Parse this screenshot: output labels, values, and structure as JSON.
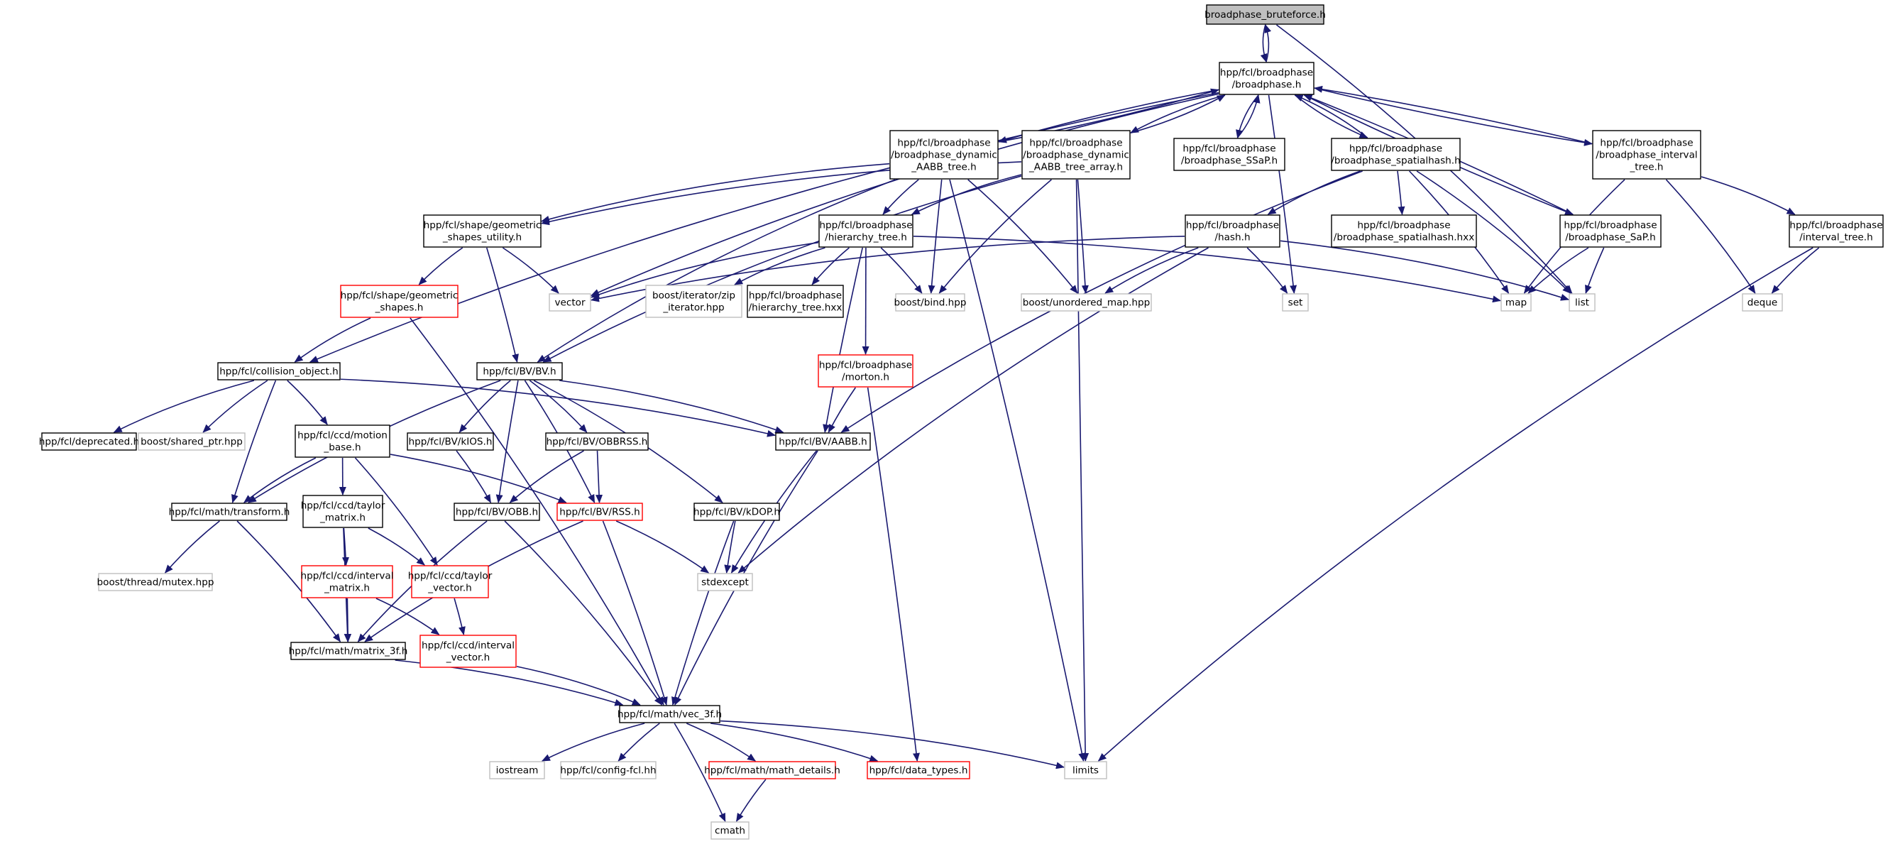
{
  "diagram": {
    "type": "include-dependency-graph",
    "colors": {
      "edge": "#191970",
      "node_border_normal": "#000000",
      "node_border_truncated": "#ff0000",
      "node_border_external": "#bfbfbf",
      "root_fill": "#bfbfbf",
      "node_fill": "#ffffff"
    },
    "nodes": [
      {
        "id": "root",
        "lines": [
          "broadphase_bruteforce.h"
        ],
        "kind": "root"
      },
      {
        "id": "broadphase",
        "lines": [
          "hpp/fcl/broadphase",
          "/broadphase.h"
        ],
        "kind": "normal"
      },
      {
        "id": "dyn_aabb",
        "lines": [
          "hpp/fcl/broadphase",
          "/broadphase_dynamic",
          "_AABB_tree.h"
        ],
        "kind": "normal"
      },
      {
        "id": "dyn_aabb_arr",
        "lines": [
          "hpp/fcl/broadphase",
          "/broadphase_dynamic",
          "_AABB_tree_array.h"
        ],
        "kind": "normal"
      },
      {
        "id": "ssap",
        "lines": [
          "hpp/fcl/broadphase",
          "/broadphase_SSaP.h"
        ],
        "kind": "normal"
      },
      {
        "id": "spatialhash",
        "lines": [
          "hpp/fcl/broadphase",
          "/broadphase_spatialhash.h"
        ],
        "kind": "normal"
      },
      {
        "id": "interval_tree_bp",
        "lines": [
          "hpp/fcl/broadphase",
          "/broadphase_interval",
          "_tree.h"
        ],
        "kind": "normal"
      },
      {
        "id": "geom_util",
        "lines": [
          "hpp/fcl/shape/geometric",
          "_shapes_utility.h"
        ],
        "kind": "normal"
      },
      {
        "id": "hier_tree",
        "lines": [
          "hpp/fcl/broadphase",
          "/hierarchy_tree.h"
        ],
        "kind": "normal"
      },
      {
        "id": "hash",
        "lines": [
          "hpp/fcl/broadphase",
          "/hash.h"
        ],
        "kind": "normal"
      },
      {
        "id": "sh_hxx",
        "lines": [
          "hpp/fcl/broadphase",
          "/broadphase_spatialhash.hxx"
        ],
        "kind": "normal"
      },
      {
        "id": "sap",
        "lines": [
          "hpp/fcl/broadphase",
          "/broadphase_SaP.h"
        ],
        "kind": "normal"
      },
      {
        "id": "interval_tree",
        "lines": [
          "hpp/fcl/broadphase",
          "/interval_tree.h"
        ],
        "kind": "normal"
      },
      {
        "id": "geom_shapes",
        "lines": [
          "hpp/fcl/shape/geometric",
          "_shapes.h"
        ],
        "kind": "truncated"
      },
      {
        "id": "vector",
        "lines": [
          "vector"
        ],
        "kind": "external"
      },
      {
        "id": "zip",
        "lines": [
          "boost/iterator/zip",
          "_iterator.hpp"
        ],
        "kind": "external"
      },
      {
        "id": "hier_hxx",
        "lines": [
          "hpp/fcl/broadphase",
          "/hierarchy_tree.hxx"
        ],
        "kind": "normal"
      },
      {
        "id": "bind",
        "lines": [
          "boost/bind.hpp"
        ],
        "kind": "external"
      },
      {
        "id": "umap",
        "lines": [
          "boost/unordered_map.hpp"
        ],
        "kind": "external"
      },
      {
        "id": "set",
        "lines": [
          "set"
        ],
        "kind": "external"
      },
      {
        "id": "map",
        "lines": [
          "map"
        ],
        "kind": "external"
      },
      {
        "id": "list",
        "lines": [
          "list"
        ],
        "kind": "external"
      },
      {
        "id": "deque",
        "lines": [
          "deque"
        ],
        "kind": "external"
      },
      {
        "id": "coll_obj",
        "lines": [
          "hpp/fcl/collision_object.h"
        ],
        "kind": "normal"
      },
      {
        "id": "bvh",
        "lines": [
          "hpp/fcl/BV/BV.h"
        ],
        "kind": "normal"
      },
      {
        "id": "morton",
        "lines": [
          "hpp/fcl/broadphase",
          "/morton.h"
        ],
        "kind": "truncated"
      },
      {
        "id": "deprecated",
        "lines": [
          "hpp/fcl/deprecated.h"
        ],
        "kind": "normal"
      },
      {
        "id": "shared_ptr",
        "lines": [
          "boost/shared_ptr.hpp"
        ],
        "kind": "external"
      },
      {
        "id": "motion_base",
        "lines": [
          "hpp/fcl/ccd/motion",
          "_base.h"
        ],
        "kind": "normal"
      },
      {
        "id": "kios",
        "lines": [
          "hpp/fcl/BV/kIOS.h"
        ],
        "kind": "normal"
      },
      {
        "id": "obbrss",
        "lines": [
          "hpp/fcl/BV/OBBRSS.h"
        ],
        "kind": "normal"
      },
      {
        "id": "aabb",
        "lines": [
          "hpp/fcl/BV/AABB.h"
        ],
        "kind": "normal"
      },
      {
        "id": "transform",
        "lines": [
          "hpp/fcl/math/transform.h"
        ],
        "kind": "normal"
      },
      {
        "id": "taylor_matrix",
        "lines": [
          "hpp/fcl/ccd/taylor",
          "_matrix.h"
        ],
        "kind": "normal"
      },
      {
        "id": "obb",
        "lines": [
          "hpp/fcl/BV/OBB.h"
        ],
        "kind": "normal"
      },
      {
        "id": "rss",
        "lines": [
          "hpp/fcl/BV/RSS.h"
        ],
        "kind": "truncated"
      },
      {
        "id": "kdop",
        "lines": [
          "hpp/fcl/BV/kDOP.h"
        ],
        "kind": "normal"
      },
      {
        "id": "mutex",
        "lines": [
          "boost/thread/mutex.hpp"
        ],
        "kind": "external"
      },
      {
        "id": "interval_matrix",
        "lines": [
          "hpp/fcl/ccd/interval",
          "_matrix.h"
        ],
        "kind": "truncated"
      },
      {
        "id": "taylor_vector",
        "lines": [
          "hpp/fcl/ccd/taylor",
          "_vector.h"
        ],
        "kind": "truncated"
      },
      {
        "id": "stdexcept",
        "lines": [
          "stdexcept"
        ],
        "kind": "external"
      },
      {
        "id": "matrix3f",
        "lines": [
          "hpp/fcl/math/matrix_3f.h"
        ],
        "kind": "normal"
      },
      {
        "id": "interval_vector",
        "lines": [
          "hpp/fcl/ccd/interval",
          "_vector.h"
        ],
        "kind": "truncated"
      },
      {
        "id": "vec3f",
        "lines": [
          "hpp/fcl/math/vec_3f.h"
        ],
        "kind": "normal"
      },
      {
        "id": "iostream",
        "lines": [
          "iostream"
        ],
        "kind": "external"
      },
      {
        "id": "config",
        "lines": [
          "hpp/fcl/config-fcl.hh"
        ],
        "kind": "external"
      },
      {
        "id": "math_details",
        "lines": [
          "hpp/fcl/math/math_details.h"
        ],
        "kind": "truncated"
      },
      {
        "id": "data_types",
        "lines": [
          "hpp/fcl/data_types.h"
        ],
        "kind": "truncated"
      },
      {
        "id": "limits",
        "lines": [
          "limits"
        ],
        "kind": "external"
      },
      {
        "id": "cmath",
        "lines": [
          "cmath"
        ],
        "kind": "external"
      }
    ],
    "edges": [
      [
        "root",
        "broadphase"
      ],
      [
        "broadphase",
        "root"
      ],
      [
        "root",
        "list"
      ],
      [
        "broadphase",
        "coll_obj"
      ],
      [
        "broadphase",
        "vector"
      ],
      [
        "broadphase",
        "set"
      ],
      [
        "broadphase",
        "dyn_aabb"
      ],
      [
        "dyn_aabb",
        "broadphase"
      ],
      [
        "broadphase",
        "dyn_aabb_arr"
      ],
      [
        "dyn_aabb_arr",
        "broadphase"
      ],
      [
        "broadphase",
        "ssap"
      ],
      [
        "ssap",
        "broadphase"
      ],
      [
        "broadphase",
        "spatialhash"
      ],
      [
        "spatialhash",
        "broadphase"
      ],
      [
        "broadphase",
        "interval_tree_bp"
      ],
      [
        "interval_tree_bp",
        "broadphase"
      ],
      [
        "broadphase",
        "sap"
      ],
      [
        "sap",
        "broadphase"
      ],
      [
        "dyn_aabb",
        "geom_util"
      ],
      [
        "dyn_aabb",
        "hier_tree"
      ],
      [
        "dyn_aabb",
        "bind"
      ],
      [
        "dyn_aabb",
        "umap"
      ],
      [
        "dyn_aabb",
        "limits"
      ],
      [
        "dyn_aabb",
        "bvh"
      ],
      [
        "dyn_aabb_arr",
        "geom_util"
      ],
      [
        "dyn_aabb_arr",
        "hier_tree"
      ],
      [
        "dyn_aabb_arr",
        "bind"
      ],
      [
        "dyn_aabb_arr",
        "umap"
      ],
      [
        "dyn_aabb_arr",
        "limits"
      ],
      [
        "dyn_aabb_arr",
        "bvh"
      ],
      [
        "spatialhash",
        "hash"
      ],
      [
        "spatialhash",
        "sh_hxx"
      ],
      [
        "spatialhash",
        "map"
      ],
      [
        "spatialhash",
        "list"
      ],
      [
        "spatialhash",
        "aabb"
      ],
      [
        "interval_tree_bp",
        "interval_tree"
      ],
      [
        "interval_tree_bp",
        "deque"
      ],
      [
        "interval_tree_bp",
        "map"
      ],
      [
        "sap",
        "map"
      ],
      [
        "sap",
        "list"
      ],
      [
        "interval_tree",
        "deque"
      ],
      [
        "interval_tree",
        "limits"
      ],
      [
        "geom_util",
        "geom_shapes"
      ],
      [
        "geom_util",
        "vector"
      ],
      [
        "geom_util",
        "bvh"
      ],
      [
        "hier_tree",
        "vector"
      ],
      [
        "hier_tree",
        "zip"
      ],
      [
        "hier_tree",
        "hier_hxx"
      ],
      [
        "hier_tree",
        "bind"
      ],
      [
        "hier_tree",
        "map"
      ],
      [
        "hier_tree",
        "morton"
      ],
      [
        "hier_tree",
        "aabb"
      ],
      [
        "hash",
        "set"
      ],
      [
        "hash",
        "umap"
      ],
      [
        "hash",
        "list"
      ],
      [
        "hash",
        "vector"
      ],
      [
        "hash",
        "stdexcept"
      ],
      [
        "geom_shapes",
        "coll_obj"
      ],
      [
        "geom_shapes",
        "vec3f"
      ],
      [
        "coll_obj",
        "deprecated"
      ],
      [
        "coll_obj",
        "shared_ptr"
      ],
      [
        "coll_obj",
        "motion_base"
      ],
      [
        "coll_obj",
        "aabb"
      ],
      [
        "coll_obj",
        "transform"
      ],
      [
        "bvh",
        "kios"
      ],
      [
        "bvh",
        "obbrss"
      ],
      [
        "bvh",
        "aabb"
      ],
      [
        "bvh",
        "obb"
      ],
      [
        "bvh",
        "rss"
      ],
      [
        "bvh",
        "kdop"
      ],
      [
        "bvh",
        "transform"
      ],
      [
        "morton",
        "aabb"
      ],
      [
        "morton",
        "data_types"
      ],
      [
        "motion_base",
        "transform"
      ],
      [
        "motion_base",
        "taylor_matrix"
      ],
      [
        "motion_base",
        "rss"
      ],
      [
        "motion_base",
        "taylor_vector"
      ],
      [
        "kios",
        "obb"
      ],
      [
        "obbrss",
        "obb"
      ],
      [
        "obbrss",
        "rss"
      ],
      [
        "aabb",
        "stdexcept"
      ],
      [
        "aabb",
        "vec3f"
      ],
      [
        "transform",
        "mutex"
      ],
      [
        "transform",
        "matrix3f"
      ],
      [
        "taylor_matrix",
        "interval_matrix"
      ],
      [
        "taylor_matrix",
        "taylor_vector"
      ],
      [
        "taylor_matrix",
        "matrix3f"
      ],
      [
        "obb",
        "matrix3f"
      ],
      [
        "obb",
        "vec3f"
      ],
      [
        "rss",
        "stdexcept"
      ],
      [
        "rss",
        "matrix3f"
      ],
      [
        "rss",
        "vec3f"
      ],
      [
        "kdop",
        "stdexcept"
      ],
      [
        "kdop",
        "vec3f"
      ],
      [
        "interval_matrix",
        "matrix3f"
      ],
      [
        "interval_matrix",
        "interval_vector"
      ],
      [
        "taylor_vector",
        "interval_vector"
      ],
      [
        "matrix3f",
        "vec3f"
      ],
      [
        "interval_vector",
        "vec3f"
      ],
      [
        "vec3f",
        "iostream"
      ],
      [
        "vec3f",
        "config"
      ],
      [
        "vec3f",
        "math_details"
      ],
      [
        "vec3f",
        "data_types"
      ],
      [
        "vec3f",
        "limits"
      ],
      [
        "vec3f",
        "cmath"
      ],
      [
        "math_details",
        "cmath"
      ]
    ]
  }
}
